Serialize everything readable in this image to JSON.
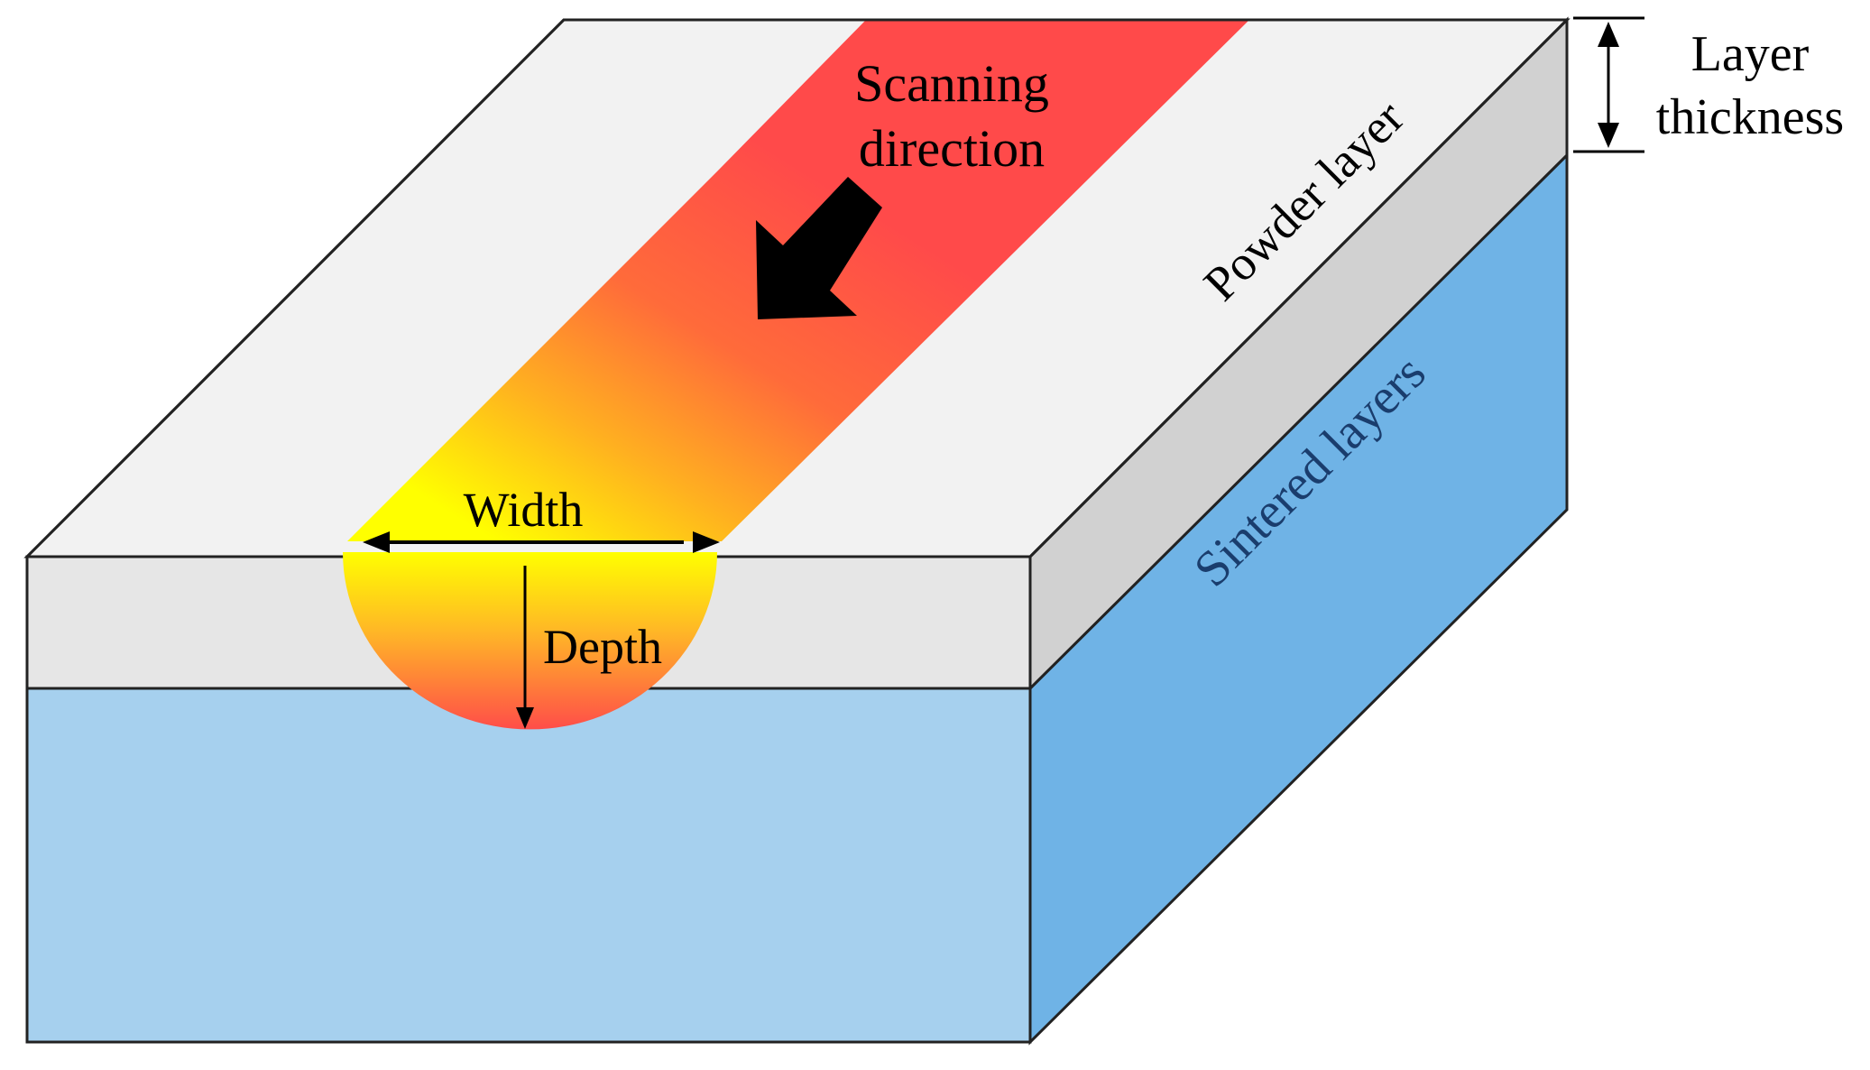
{
  "labels": {
    "scanning_line1": "Scanning",
    "scanning_line2": "direction",
    "layer_thickness_line1": "Layer",
    "layer_thickness_line2": "thickness",
    "powder_layer": "Powder layer",
    "sintered_layers": "Sintered layers",
    "width": "Width",
    "depth": "Depth"
  },
  "colors": {
    "powder_top": "#f2f2f2",
    "powder_front": "#e6e6e6",
    "powder_side": "#d1d1d1",
    "sintered_front": "#a6d0ee",
    "sintered_side": "#6fb3e6",
    "scan_track_hot": "#ff4a4a",
    "scan_track_mid": "#ff9a25",
    "scan_track_cool": "#ffff00",
    "outline": "#222222"
  }
}
